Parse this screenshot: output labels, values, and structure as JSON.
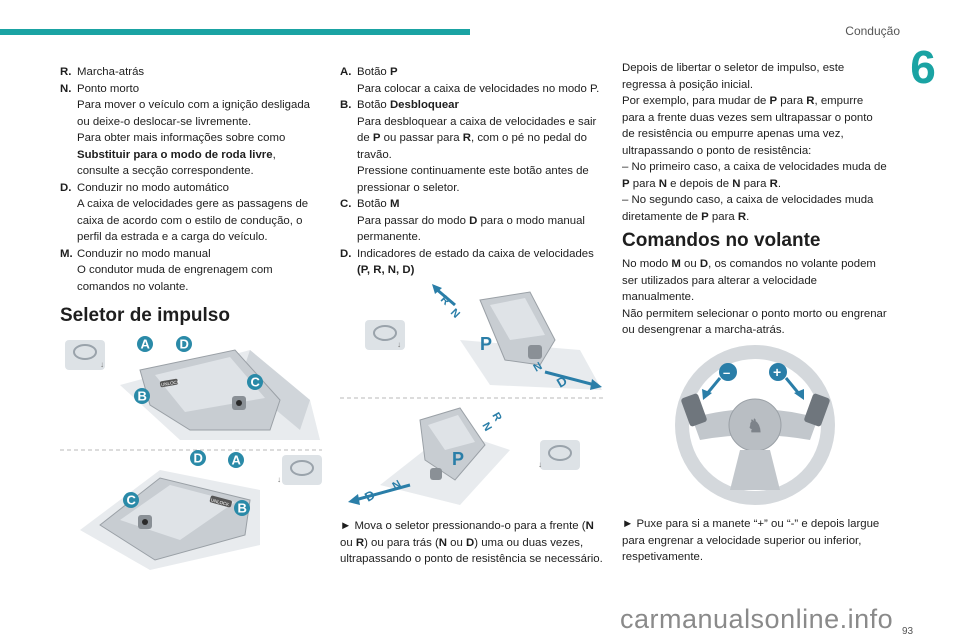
{
  "header": {
    "section": "Condução",
    "chapter": "6"
  },
  "col1": {
    "items": [
      {
        "key": "R.",
        "lines": [
          "Marcha-atrás"
        ]
      },
      {
        "key": "N.",
        "lines": [
          "Ponto morto",
          "Para mover o veículo com a ignição desligada ou deixe-o deslocar-se livremente.",
          "Para obter mais informações sobre como"
        ],
        "bold_line": "Substituir para o modo de roda livre",
        "after_bold": ",",
        "tail": "consulte a secção correspondente."
      },
      {
        "key": "D.",
        "lines": [
          "Conduzir no modo automático",
          "A caixa de velocidades gere as passagens de caixa de acordo com o estilo de condução, o perfil da estrada e a carga do veículo."
        ]
      },
      {
        "key": "M.",
        "lines": [
          "Conduzir no modo manual",
          "O condutor muda de engrenagem com comandos no volante."
        ]
      }
    ],
    "heading": "Seletor de impulso"
  },
  "col2": {
    "items": [
      {
        "key": "A.",
        "label": "Botão ",
        "label_bold": "P",
        "desc": "Para colocar a caixa de velocidades no modo P."
      },
      {
        "key": "B.",
        "label": "Botão ",
        "label_bold": "Desbloquear",
        "desc_pre": "Para desbloquear a caixa de velocidades e sair de ",
        "desc_b1": "P",
        "desc_mid": " ou passar para ",
        "desc_b2": "R",
        "desc_post": ", com o pé no pedal do travão.",
        "desc2": "Pressione continuamente este botão antes de pressionar o seletor."
      },
      {
        "key": "C.",
        "label": "Botão ",
        "label_bold": "M",
        "desc_pre": "Para passar do modo ",
        "desc_b1": "D",
        "desc_post": " para o modo manual permanente."
      },
      {
        "key": "D.",
        "label": "Indicadores de estado da caixa de velocidades",
        "desc_bold": "(P, R, N, D)"
      }
    ],
    "instruction": {
      "bullet": "►",
      "pre": " Mova o seletor pressionando-o para a frente (",
      "b1": "N",
      "t1": " ou ",
      "b2": "R",
      "t2": ") ou para trás (",
      "b3": "N",
      "t3": " ou ",
      "b4": "D",
      "post": ") uma ou duas vezes, ultrapassando o ponto de resistência se necessário."
    }
  },
  "col3": {
    "p1": "Depois de libertar o seletor de impulso, este regressa à posição inicial.",
    "p2_pre": "Por exemplo, para mudar de ",
    "p2_b1": "P",
    "p2_mid": " para ",
    "p2_b2": "R",
    "p2_post": ", empurre para a frente duas vezes sem ultrapassar o ponto de resistência ou empurre apenas uma vez, ultrapassando o ponto de resistência:",
    "d1_pre": "–  No primeiro caso, a caixa de velocidades muda de ",
    "d1_b1": "P",
    "d1_mid": " para ",
    "d1_b2": "N",
    "d1_mid2": " e depois de ",
    "d1_b3": "N",
    "d1_mid3": " para ",
    "d1_b4": "R",
    "d1_post": ".",
    "d2_pre": "–  No segundo caso, a caixa de velocidades muda diretamente de ",
    "d2_b1": "P",
    "d2_mid": " para ",
    "d2_b2": "R",
    "d2_post": ".",
    "heading": "Comandos no volante",
    "p3_pre": "No modo ",
    "p3_b1": "M",
    "p3_mid": " ou ",
    "p3_b2": "D",
    "p3_post": ", os comandos no volante podem ser utilizados para alterar a velocidade manualmente.",
    "p4": "Não permitem selecionar o ponto morto ou engrenar ou desengrenar a marcha-atrás.",
    "instruction": "►  Puxe para si a manete “+” ou “-” e depois largue para engrenar a velocidade superior ou inferior, respetivamente."
  },
  "labels": {
    "A": "A",
    "B": "B",
    "C": "C",
    "D": "D",
    "P": "P",
    "R": "R",
    "N": "N",
    "Dgear": "D",
    "plus": "+",
    "minus": "–",
    "unlock": "UNLOCK",
    "wheel_badge": "↓"
  },
  "footer": {
    "page": "93",
    "watermark": "carmanualsonline.info"
  },
  "colors": {
    "accent": "#1aa3a3",
    "badge": "#2a8aa8",
    "arrow": "#2a7ea8"
  }
}
